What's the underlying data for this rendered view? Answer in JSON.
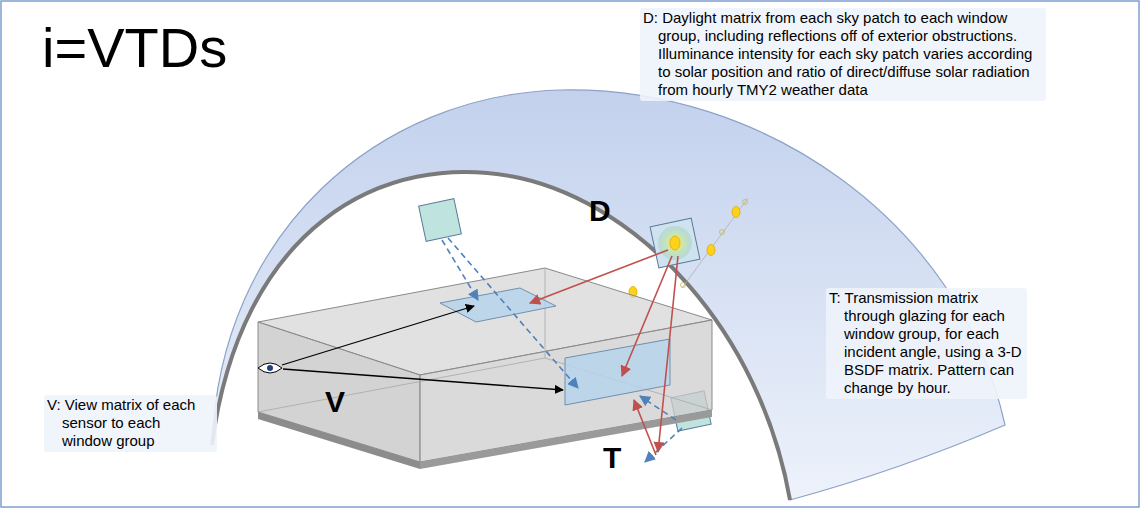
{
  "diagram": {
    "title": "i=VTDs",
    "labels": [
      "D: Daylight matrix from each sky patch to each window group, including reflections off of exterior obstructions. Illuminance intensity for each sky patch varies according to solar position and ratio of direct/diffuse solar radiation from hourly TMY2 weather data",
      "D",
      "T: Transmission matrix through glazing for each window group, for each incident angle, using a 3-D BSDF matrix. Pattern can change by hour.",
      "V: View matrix of each sensor to each window group",
      "V",
      "T"
    ]
  }
}
